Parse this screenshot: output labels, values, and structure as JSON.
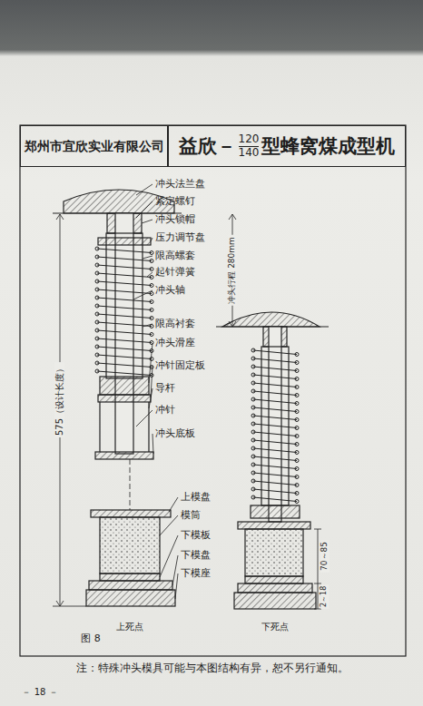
{
  "diagram": {
    "caption": "注：特殊冲头模具可能与本图结构有异，恕不另行通知。",
    "nodes": [
      {
        "text": [
          "郑州市宜欣实业有限公司"
        ]
      },
      {
        "text": [
          "益欣－",
          "120",
          "140",
          "型蜂窝煤成型机"
        ]
      }
    ],
    "labels": [
      "冲头法兰盘",
      "紧定螺钉",
      "冲头锁帽",
      "压力调节盘",
      "限高螺套",
      "起针弹簧",
      "冲头轴",
      "限高衬套",
      "冲头滑座",
      "冲针固定板",
      "导杆",
      "冲针",
      "冲头底板",
      "575（设计长度）",
      "冲头行程 280mm",
      "上模盘",
      "模筒",
      "下模板",
      "下模盘",
      "下模座",
      "70～85",
      "2～18",
      "上死点",
      "下死点",
      "图 8",
      "－ 18 －"
    ]
  }
}
